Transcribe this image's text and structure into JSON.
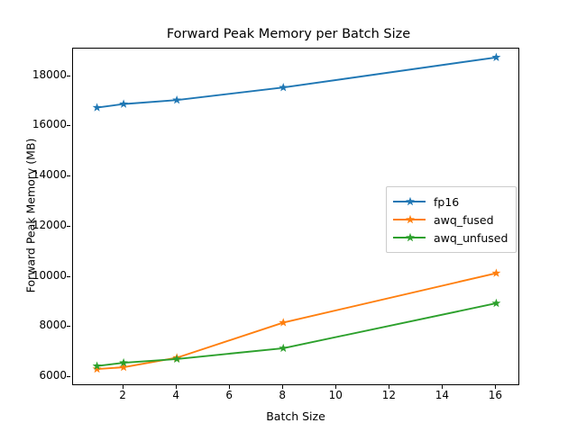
{
  "chart_data": {
    "type": "line",
    "title": "Forward Peak Memory per Batch Size",
    "xlabel": "Batch Size",
    "ylabel": "Forward Peak Memory (MB)",
    "xlim": [
      0.1,
      16.9
    ],
    "ylim": [
      5650,
      19100
    ],
    "grid": false,
    "legend_position": "center-right",
    "marker": "star",
    "x": [
      1,
      2,
      4,
      8,
      16
    ],
    "xticks": [
      2,
      4,
      6,
      8,
      10,
      12,
      14,
      16
    ],
    "xtick_labels": [
      "2",
      "4",
      "6",
      "8",
      "10",
      "12",
      "14",
      "16"
    ],
    "yticks": [
      6000,
      8000,
      10000,
      12000,
      14000,
      16000,
      18000
    ],
    "ytick_labels": [
      "6000",
      "8000",
      "10000",
      "12000",
      "14000",
      "16000",
      "18000"
    ],
    "series": [
      {
        "name": "fp16",
        "color": "#1f77b4",
        "values": [
          16750,
          16890,
          17050,
          17550,
          18750
        ]
      },
      {
        "name": "awq_fused",
        "color": "#ff7f0e",
        "values": [
          6330,
          6400,
          6780,
          8180,
          10150
        ]
      },
      {
        "name": "awq_unfused",
        "color": "#2ca02c",
        "values": [
          6450,
          6580,
          6730,
          7160,
          8950
        ]
      }
    ]
  }
}
